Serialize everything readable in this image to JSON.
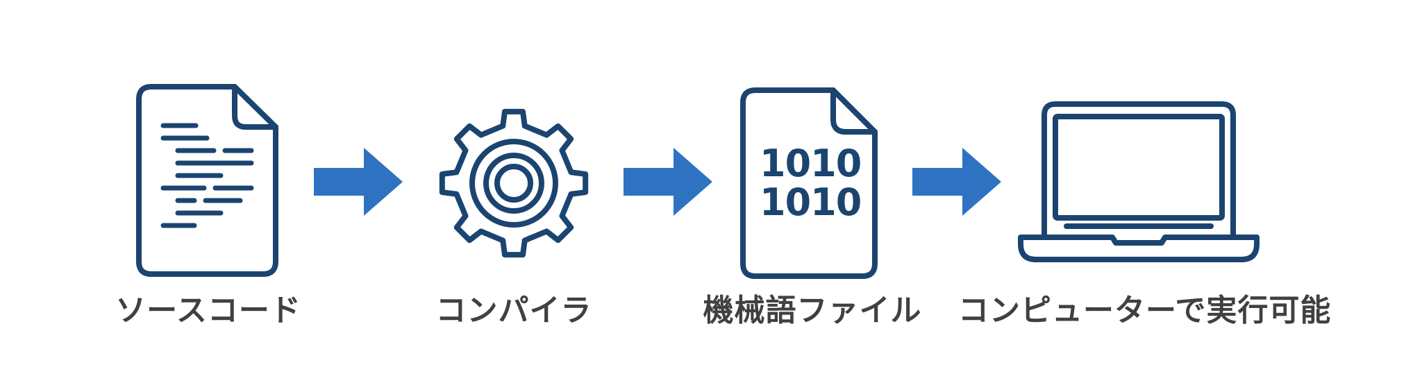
{
  "colors": {
    "icon_stroke": "#1b4470",
    "arrow_fill": "#2f72c2",
    "label_text": "#404040",
    "background": "#ffffff"
  },
  "steps": [
    {
      "icon": "source-code-file-icon",
      "label": "ソースコード"
    },
    {
      "icon": "gear-icon",
      "label": "コンパイラ"
    },
    {
      "icon": "binary-file-icon",
      "label": "機械語ファイル",
      "binary_lines": [
        "1010",
        "1010"
      ]
    },
    {
      "icon": "laptop-icon",
      "label": "コンピューターで実行可能"
    }
  ]
}
